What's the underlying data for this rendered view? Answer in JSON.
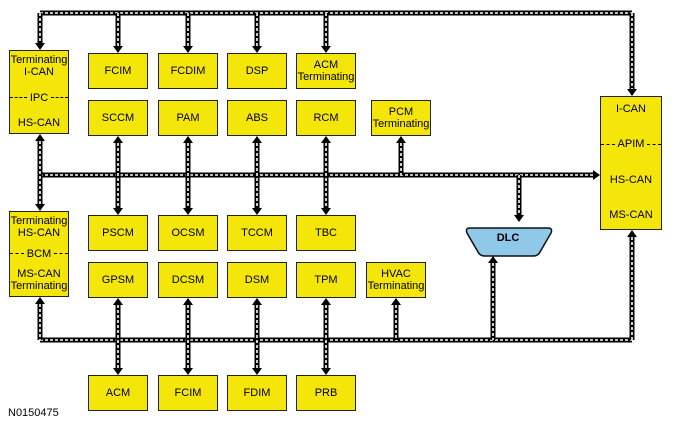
{
  "figure_id": "N0150475",
  "colors": {
    "module_fill": "#f5e60a",
    "dlc_fill": "#8fc8e8",
    "bus_line": "#000000"
  },
  "modules": {
    "ipc": {
      "top": "Terminating\nI-CAN",
      "mid": "IPC",
      "bottom": "HS-CAN"
    },
    "bcm": {
      "top": "Terminating\nHS-CAN",
      "mid": "BCM",
      "bottom": "MS-CAN\nTerminating"
    },
    "apim": {
      "top": "I-CAN",
      "mid": "APIM",
      "bottom": "HS-CAN",
      "last": "MS-CAN"
    },
    "fcim_top": "FCIM",
    "fcdim": "FCDIM",
    "dsp": "DSP",
    "acm_term": "ACM\nTerminating",
    "sccm": "SCCM",
    "pam": "PAM",
    "abs": "ABS",
    "rcm": "RCM",
    "pcm_term": "PCM\nTerminating",
    "pscm": "PSCM",
    "ocsm": "OCSM",
    "tccm": "TCCM",
    "tbc": "TBC",
    "gpsm": "GPSM",
    "dcsm": "DCSM",
    "dsm": "DSM",
    "tpm": "TPM",
    "hvac_term": "HVAC\nTerminating",
    "acm": "ACM",
    "fcim_bottom": "FCIM",
    "fdim": "FDIM",
    "prb": "PRB",
    "dlc": "DLC"
  }
}
